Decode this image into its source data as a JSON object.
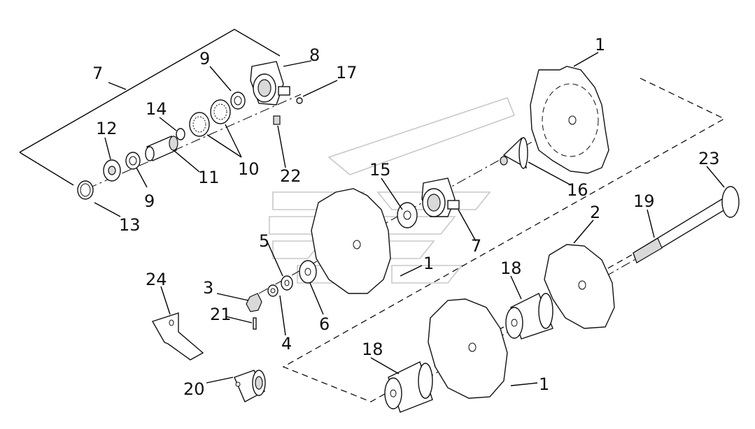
{
  "callouts": {
    "c1a": "1",
    "c1b": "1",
    "c1c": "1",
    "c2": "2",
    "c3": "3",
    "c4": "4",
    "c5": "5",
    "c6": "6",
    "c7a": "7",
    "c7b": "7",
    "c8": "8",
    "c9a": "9",
    "c9b": "9",
    "c10": "10",
    "c11": "11",
    "c12": "12",
    "c13": "13",
    "c14": "14",
    "c15": "15",
    "c16": "16",
    "c17": "17",
    "c18a": "18",
    "c18b": "18",
    "c19": "19",
    "c20": "20",
    "c21": "21",
    "c22": "22",
    "c23": "23",
    "c24": "24"
  },
  "icons": {
    "watermark": "dealer-logo-watermark"
  },
  "colors": {
    "line": "#000000",
    "shade": "#d9d9d9",
    "watermark": "#c8c8c8"
  }
}
